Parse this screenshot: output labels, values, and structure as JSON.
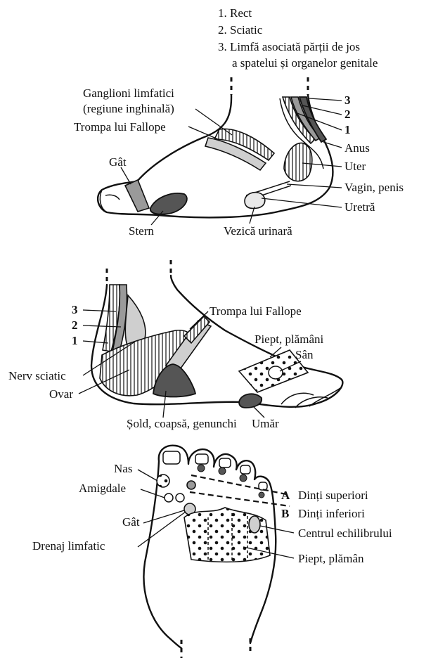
{
  "legend": {
    "item1": "1. Rect",
    "item2": "2. Sciatic",
    "item3_line1": "3. Limfă asociată părții de jos",
    "item3_line2": "a spatelui și organelor genitale"
  },
  "inner_foot": {
    "ganglioni_line1": "Ganglioni limfatici",
    "ganglioni_line2": "(regiune inghinală)",
    "trompa": "Trompa lui Fallope",
    "gat": "Gât",
    "stern": "Stern",
    "vezica": "Vezică urinară",
    "num3": "3",
    "num2": "2",
    "num1": "1",
    "anus": "Anus",
    "uter": "Uter",
    "vagin": "Vagin, penis",
    "uretra": "Uretră"
  },
  "outer_foot": {
    "num3": "3",
    "num2": "2",
    "num1": "1",
    "trompa": "Trompa lui Fallope",
    "piept": "Piept, plămâni",
    "san": "Sân",
    "nerv": "Nerv sciatic",
    "ovar": "Ovar",
    "sold": "Șold, coapsă, genunchi",
    "umar": "Umăr"
  },
  "top_foot": {
    "nas": "Nas",
    "amigdale": "Amigdale",
    "gat": "Gât",
    "drenaj": "Drenaj limfatic",
    "letter_a": "A",
    "letter_b": "B",
    "dinti_sup": "Dinți superiori",
    "dinti_inf": "Dinți inferiori",
    "centrul": "Centrul echilibrului",
    "piept": "Piept, plămân"
  }
}
